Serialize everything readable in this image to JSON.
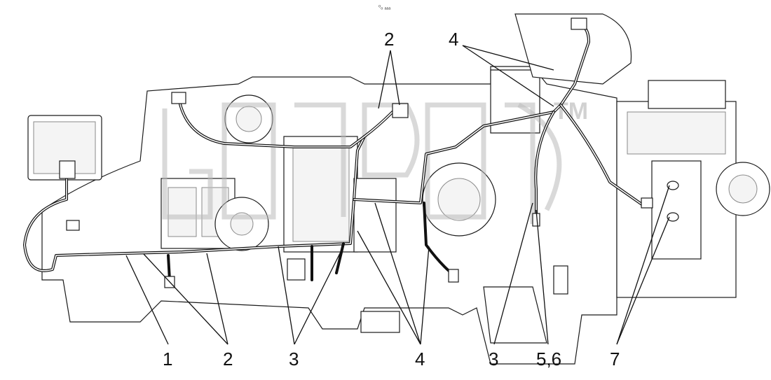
{
  "header": {
    "small_mark": "⁰ₒ ₐₐₐ"
  },
  "watermark": {
    "text": "TM"
  },
  "callouts": [
    {
      "id": "c1",
      "label": "1"
    },
    {
      "id": "c2",
      "label": "2"
    },
    {
      "id": "c3",
      "label": "3"
    },
    {
      "id": "c4",
      "label": "4"
    },
    {
      "id": "c3b",
      "label": "3"
    },
    {
      "id": "c56",
      "label": "5,6"
    },
    {
      "id": "c7",
      "label": "7"
    },
    {
      "id": "c2t",
      "label": "2"
    },
    {
      "id": "c4t",
      "label": "4"
    }
  ]
}
